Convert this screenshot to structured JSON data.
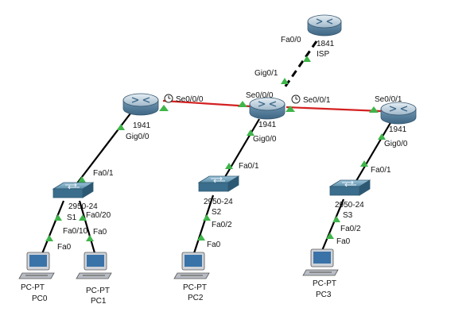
{
  "colors": {
    "link_ethernet": "#000000",
    "link_serial": "#d42020",
    "status_up": "#3fb54a",
    "router_top": "#b9ccd9",
    "router_body": "#5f8aa8",
    "switch_top": "#7aa9c2",
    "switch_body": "#3b6e8c",
    "pc_screen": "#3a73a8",
    "pc_body": "#c9ccd2"
  },
  "devices": {
    "isp": {
      "type": "router",
      "label_model": "1841",
      "label_name": "ISP"
    },
    "r1": {
      "type": "router",
      "label_model": "1941"
    },
    "r2": {
      "type": "router",
      "label_model": "1941"
    },
    "r3": {
      "type": "router",
      "label_model": "1941"
    },
    "s1": {
      "type": "switch",
      "label_model": "2950-24",
      "label_name": "S1"
    },
    "s2": {
      "type": "switch",
      "label_model": "2950-24",
      "label_name": "S2"
    },
    "s3": {
      "type": "switch",
      "label_model": "2950-24",
      "label_name": "S3"
    },
    "pc0": {
      "type": "pc",
      "label_model": "PC-PT",
      "label_name": "PC0"
    },
    "pc1": {
      "type": "pc",
      "label_model": "PC-PT",
      "label_name": "PC1"
    },
    "pc2": {
      "type": "pc",
      "label_model": "PC-PT",
      "label_name": "PC2"
    },
    "pc3": {
      "type": "pc",
      "label_model": "PC-PT",
      "label_name": "PC3"
    }
  },
  "port_labels": {
    "isp_fa00": "Fa0/0",
    "r2_gig01": "Gig0/1",
    "r1_se000": "Se0/0/0",
    "r2_se000": "Se0/0/0",
    "r2_se001": "Se0/0/1",
    "r3_se001": "Se0/0/1",
    "r1_gig00": "Gig0/0",
    "r2_gig00": "Gig0/0",
    "r3_gig00": "Gig0/0",
    "s1_fa01": "Fa0/1",
    "s2_fa01": "Fa0/1",
    "s3_fa01": "Fa0/1",
    "s1_fa010": "Fa0/10",
    "s1_fa020": "Fa0/20",
    "s2_fa02": "Fa0/2",
    "s3_fa02": "Fa0/2",
    "pc0_fa0": "Fa0",
    "pc1_fa0": "Fa0",
    "pc2_fa0": "Fa0",
    "pc3_fa0": "Fa0"
  },
  "clock_icon": "clock-icon",
  "link_status_icon": "triangle-up-icon"
}
